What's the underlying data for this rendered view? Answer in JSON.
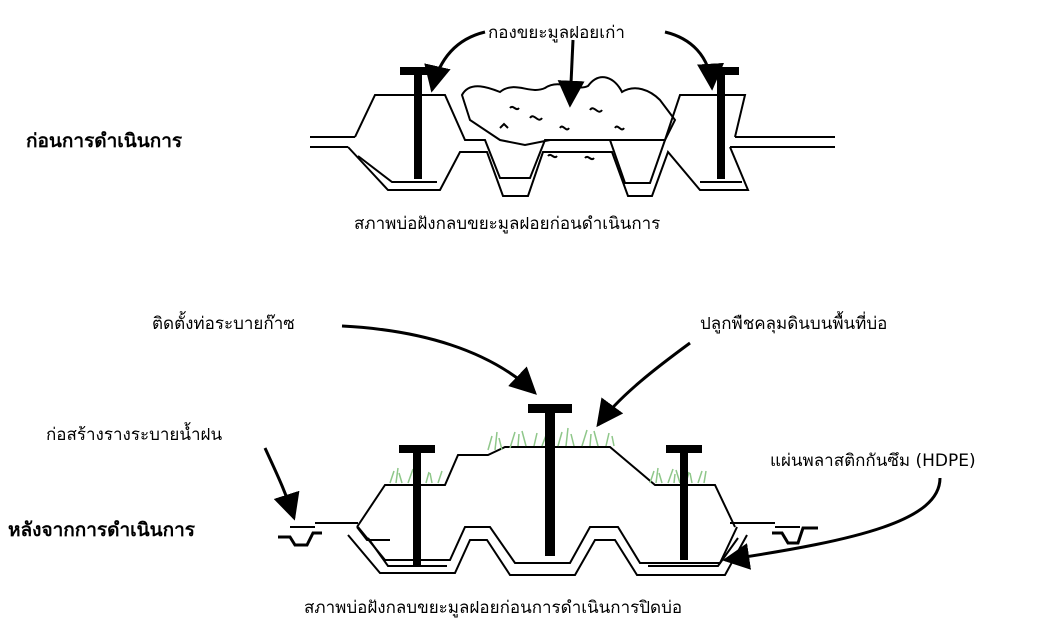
{
  "before": {
    "side_label": "ก่อนการดำเนินการ",
    "waste_pile_label": "กองขยะมูลฝอยเก่า",
    "caption": "สภาพบ่อฝังกลบขยะมูลฝอยก่อนดำเนินการ"
  },
  "after": {
    "side_label": "หลังจากการดำเนินการ",
    "gas_pipe_label": "ติดตั้งท่อระบายก๊าซ",
    "plant_cover_label": "ปลูกพืชคลุมดินบนพื้นที่บ่อ",
    "rain_drain_label": "ก่อสร้างรางระบายน้ำฝน",
    "liner_label": "แผ่นพลาสติกกันซึม (HDPE)",
    "caption": "สภาพบ่อฝังกลบขยะมูลฝอยก่อนการดำเนินการปิดบ่อ"
  },
  "colors": {
    "line": "#000000",
    "grass": "#8fc78a"
  },
  "icons": [
    "vent-pipe-icon",
    "grass-icon",
    "waste-pile-icon",
    "arrow-icon"
  ]
}
